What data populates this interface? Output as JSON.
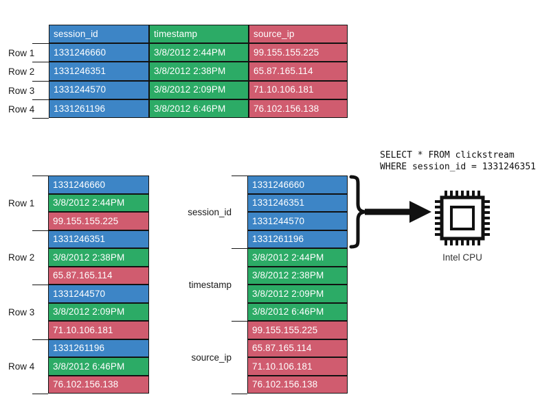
{
  "columns": [
    {
      "name": "session_id",
      "color": "#3d85c6",
      "key": "blue"
    },
    {
      "name": "timestamp",
      "color": "#2cab66",
      "key": "green"
    },
    {
      "name": "source_ip",
      "color": "#d05c6f",
      "key": "red"
    }
  ],
  "row_labels": [
    "Row 1",
    "Row 2",
    "Row 3",
    "Row 4"
  ],
  "table": {
    "headers": [
      "session_id",
      "timestamp",
      "source_ip"
    ],
    "rows": [
      {
        "label": "Row 1",
        "session_id": "1331246660",
        "timestamp": "3/8/2012  2:44PM",
        "source_ip": "99.155.155.225"
      },
      {
        "label": "Row 2",
        "session_id": "1331246351",
        "timestamp": "3/8/2012  2:38PM",
        "source_ip": "65.87.165.114"
      },
      {
        "label": "Row 3",
        "session_id": "1331244570",
        "timestamp": "3/8/2012  2:09PM",
        "source_ip": "71.10.106.181"
      },
      {
        "label": "Row 4",
        "session_id": "1331261196",
        "timestamp": "3/8/2012  6:46PM",
        "source_ip": "76.102.156.138"
      }
    ]
  },
  "row_store": {
    "groups": [
      {
        "label": "Row 1",
        "cells": [
          {
            "value": "1331246660",
            "key": "blue"
          },
          {
            "value": "3/8/2012  2:44PM",
            "key": "green"
          },
          {
            "value": "99.155.155.225",
            "key": "red"
          }
        ]
      },
      {
        "label": "Row 2",
        "cells": [
          {
            "value": "1331246351",
            "key": "blue"
          },
          {
            "value": "3/8/2012  2:38PM",
            "key": "green"
          },
          {
            "value": "65.87.165.114",
            "key": "red"
          }
        ]
      },
      {
        "label": "Row 3",
        "cells": [
          {
            "value": "1331244570",
            "key": "blue"
          },
          {
            "value": "3/8/2012  2:09PM",
            "key": "green"
          },
          {
            "value": "71.10.106.181",
            "key": "red"
          }
        ]
      },
      {
        "label": "Row 4",
        "cells": [
          {
            "value": "1331261196",
            "key": "blue"
          },
          {
            "value": "3/8/2012  6:46PM",
            "key": "green"
          },
          {
            "value": "76.102.156.138",
            "key": "red"
          }
        ]
      }
    ]
  },
  "column_store": {
    "groups": [
      {
        "label": "session_id",
        "key": "blue",
        "cells": [
          "1331246660",
          "1331246351",
          "1331244570",
          "1331261196"
        ]
      },
      {
        "label": "timestamp",
        "key": "green",
        "cells": [
          "3/8/2012  2:44PM",
          "3/8/2012  2:38PM",
          "3/8/2012  2:09PM",
          "3/8/2012  6:46PM"
        ]
      },
      {
        "label": "source_ip",
        "key": "red",
        "cells": [
          "99.155.155.225",
          "65.87.165.114",
          "71.10.106.181",
          "76.102.156.138"
        ]
      }
    ]
  },
  "query": {
    "line1": "SELECT * FROM clickstream",
    "line2": "WHERE session_id = 1331246351",
    "text": "SELECT * FROM clickstream\nWHERE session_id = 1331246351"
  },
  "processor": {
    "icon": "cpu-chip-icon",
    "label": "Intel CPU"
  },
  "annotations": {
    "brace": "curly-brace-right",
    "arrow": "arrow-right"
  },
  "palette": {
    "blue": "#3d85c6",
    "green": "#2cab66",
    "red": "#d05c6f",
    "line": "#111111",
    "text": "#1a1a1a",
    "background": "#ffffff"
  }
}
